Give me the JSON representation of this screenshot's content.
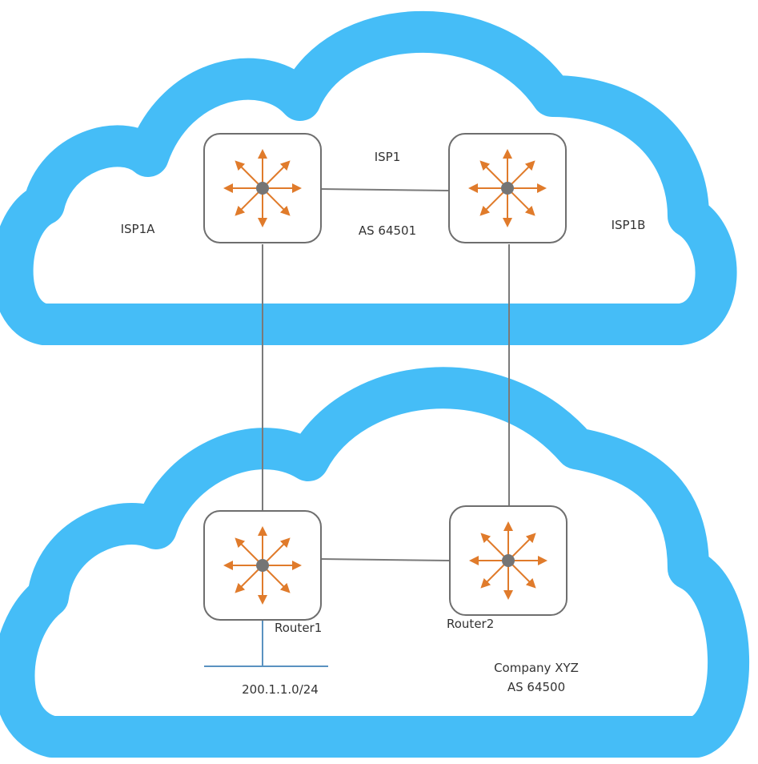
{
  "diagram": {
    "colors": {
      "cloud": "#45BDF7",
      "link": "#7a7a7a",
      "lan": "#5a92c0",
      "router_border": "#6e6e6e",
      "arrow": "#E07B2B",
      "hub": "#757575"
    },
    "clouds": [
      {
        "id": "isp-cloud",
        "name": "ISP1",
        "as": "AS 64501"
      },
      {
        "id": "company-cloud",
        "name": "Company XYZ",
        "as": "AS 64500"
      }
    ],
    "labels": {
      "isp_name": "ISP1",
      "isp_as": "AS 64501",
      "isp1a": "ISP1A",
      "isp1b": "ISP1B",
      "router1": "Router1",
      "router2": "Router2",
      "network": "200.1.1.0/24",
      "company_name": "Company XYZ",
      "company_as": "AS 64500"
    },
    "routers": [
      {
        "id": "ISP1A",
        "label": "ISP1A",
        "icon": "multilayer-switch-icon"
      },
      {
        "id": "ISP1B",
        "label": "ISP1B",
        "icon": "multilayer-switch-icon"
      },
      {
        "id": "Router1",
        "label": "Router1",
        "icon": "multilayer-switch-icon"
      },
      {
        "id": "Router2",
        "label": "Router2",
        "icon": "multilayer-switch-icon"
      }
    ],
    "links": [
      {
        "from": "ISP1A",
        "to": "ISP1B"
      },
      {
        "from": "ISP1A",
        "to": "Router1"
      },
      {
        "from": "ISP1B",
        "to": "Router2"
      },
      {
        "from": "Router1",
        "to": "Router2"
      },
      {
        "from": "Router1",
        "to": "200.1.1.0/24"
      }
    ],
    "networks": [
      {
        "id": "lan",
        "label": "200.1.1.0/24"
      }
    ]
  }
}
